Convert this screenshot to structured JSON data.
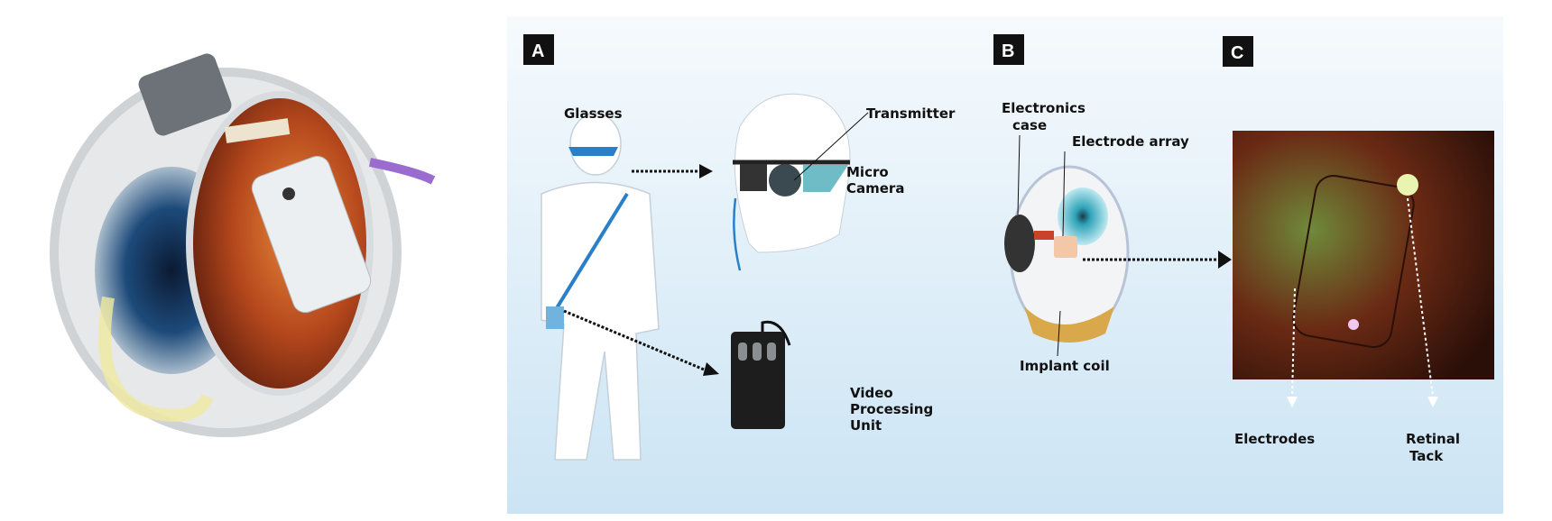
{
  "panels": {
    "a": {
      "tag": "A",
      "glasses": "Glasses",
      "transmitter": "Transmitter",
      "micro_camera": [
        "Micro",
        "Camera"
      ],
      "vpu": [
        "Video",
        "Processing",
        "Unit"
      ]
    },
    "b": {
      "tag": "B",
      "electronics_case": [
        "Electronics",
        "case"
      ],
      "electrode_array": "Electrode array",
      "implant_coil": "Implant coil"
    },
    "c": {
      "tag": "C",
      "electrodes": "Electrodes",
      "retinal_tack": [
        "Retinal",
        "Tack"
      ]
    }
  },
  "colors": {
    "panel_bg_top": "#f4f9fd",
    "panel_bg_bottom": "#cfe6f5",
    "accent_blue": "#2b7fc9",
    "retina": "#b4471c"
  }
}
